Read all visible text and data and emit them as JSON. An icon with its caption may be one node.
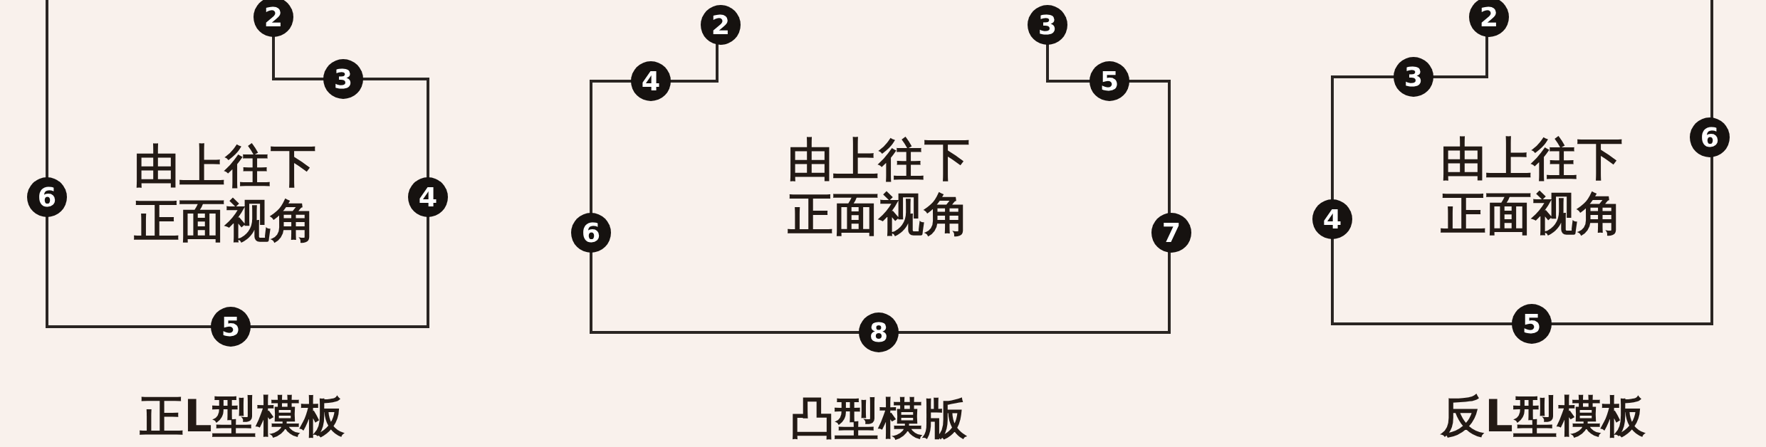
{
  "diagram": {
    "labels": [
      "2",
      "3",
      "6",
      "由上往下正面视角",
      "4",
      "5",
      "正L型模板",
      "2",
      "4",
      "3",
      "5",
      "由上往下正面视角",
      "6",
      "7",
      "8",
      "凸型模版",
      "2",
      "3",
      "由上往下正面视角",
      "6",
      "4",
      "5",
      "反L型模板"
    ]
  }
}
